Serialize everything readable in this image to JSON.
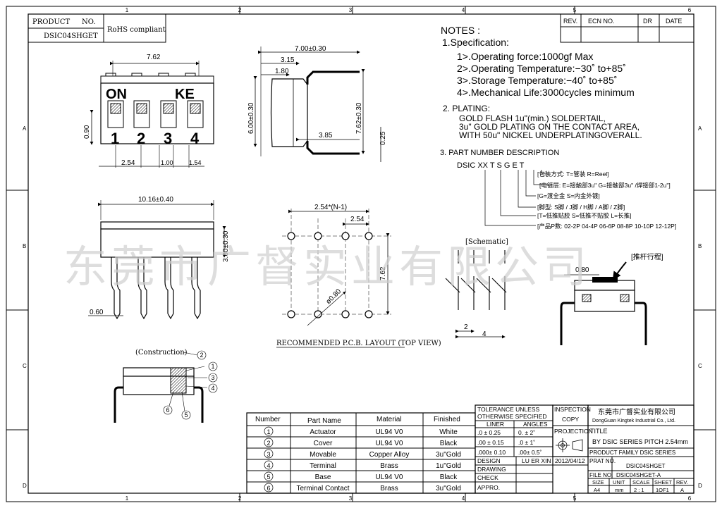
{
  "grid": {
    "cols": [
      "1",
      "2",
      "3",
      "4",
      "5",
      "6"
    ],
    "rows": [
      "A",
      "B",
      "C",
      "D"
    ]
  },
  "product_box": {
    "product_label": "PRODUCT",
    "no_label": "NO.",
    "part_no": "DSIC04SHGET",
    "rohs": "RoHS compliant"
  },
  "revision": {
    "headers": [
      "REV.",
      "ECN NO.",
      "DR",
      "DATE"
    ]
  },
  "top_view": {
    "dim_width": "7.62",
    "dim_pitch": "2.54",
    "dim_100": "1.00",
    "dim_154": "1.54",
    "dim_090": "0.90",
    "on_label": "ON",
    "ke_label": "KE",
    "pin_numbers": [
      "1",
      "2",
      "3",
      "4"
    ]
  },
  "side_view": {
    "dim_700": "7.00±0.30",
    "dim_315": "3.15",
    "dim_180": "1.80",
    "dim_600": "6.00±0.30",
    "dim_385": "3.85",
    "dim_762": "7.62±0.30",
    "dim_025": "0.25"
  },
  "front_view": {
    "dim_1016": "10.16±0.40",
    "dim_360": "3.60±0.30",
    "dim_060": "0.60"
  },
  "pcb": {
    "dim_n": "2.54*(N-1)",
    "dim_254": "2.54",
    "dim_762": "7.62",
    "dim_hole": "ø0.80",
    "caption": "RECOMMENDED P.C.B. LAYOUT (TOP VIEW)"
  },
  "schematic": {
    "label": "[Schematic]",
    "dim_2": "2",
    "dim_4": "4"
  },
  "pushed": {
    "label": "[推杆行程]",
    "dim_080": "0.80"
  },
  "construction": {
    "label": "(Construction)",
    "callouts": [
      "1",
      "2",
      "3",
      "4",
      "5",
      "6"
    ]
  },
  "notes": {
    "title": "NOTES :",
    "spec_title": "1.Specification:",
    "spec_items": [
      "1>.Operating force:1000gf Max",
      "2>.Operating Temperature:−30˚ to+85˚",
      "3>.Storage Temperature:−40˚ to+85˚",
      "4>.Mechanical Life:3000cycles minimum"
    ],
    "plating_title": "2. PLATING:",
    "plating_lines": [
      "GOLD FLASH 1u\"(min.) SOLDERTAIL,",
      "3u\" GOLD PLATING  ON THE CONTACT AREA,",
      "WITH 50u\" NICKEL UNDERPLATINGOVERALL."
    ],
    "pn_title": "3. PART NUMBER DESCRIPTION",
    "pn_code": "DSIC XX  T  S G E T",
    "pn_desc": [
      "[包装方式: T=管装   R=Reel]",
      "[电镀层: E=接触部3u\" G=接触部3u\" /焊接部1-2u\"]",
      "[G=渡全金  S=内金外镀]",
      "[脚型: S脚 / J脚 / H脚 / A脚 / Z脚]",
      "[T=低推贴胶  S=低推不贴胶  L=长推]",
      "[产品P数: 02-2P  04-4P  06-6P  08-8P  10-10P  12-12P]"
    ]
  },
  "watermark": "东莞市广督实业有限公司",
  "parts_table": {
    "headers": [
      "Number",
      "Part Name",
      "Material",
      "Finished"
    ],
    "rows": [
      [
        "1",
        "Actuator",
        "UL94  V0",
        "White"
      ],
      [
        "2",
        "Cover",
        "UL94  V0",
        "Black"
      ],
      [
        "3",
        "Movable",
        "Copper Alloy",
        "3u\"Gold"
      ],
      [
        "4",
        "Terminal",
        "Brass",
        "1u\"Gold"
      ],
      [
        "5",
        "Base",
        "UL94  V0",
        "Black"
      ],
      [
        "6",
        "Terminal Contact",
        "Brass",
        "3u\"Gold"
      ]
    ]
  },
  "tolerance": {
    "title1": "TOLERANCE UNLESS",
    "title2": "OTHERWISE SPECIFIED",
    "liner": "LINER",
    "angles": "ANGLES",
    "rows": [
      [
        ".0   ±  0.25",
        "0.  ±   2˚"
      ],
      [
        ".00  ±  0.15",
        ".0  ±   1˚"
      ],
      [
        ".000± 0.10",
        ".00±  0.5˚"
      ]
    ],
    "design": "DESIGN",
    "designer": "LU ER XIN",
    "date": "2012/04/12",
    "drawing": "DRAWING",
    "check": "CHECK",
    "appro": "APPRO."
  },
  "inspection": {
    "inspection": "INSPECTION",
    "copy": "COPY",
    "projection": "PROJECTION"
  },
  "title_block": {
    "company_cn": "东莞市广督实业有限公司",
    "company_en": "DongGuan Kingtek Industrial Co., Ltd.",
    "title_label": "TITLE",
    "title": "BY DSIC SERIES PITCH 2.54mm",
    "family": "PRODUCT FAMILY DSIC SERIES",
    "part_label": "PRAT NO.",
    "part_no": "DSIC04SHGET",
    "file_label": "FILE NO.",
    "file_no": "DSIC04SHGET-A",
    "size_headers": [
      "SIZE",
      "UNIT",
      "SCALE",
      "SHEET",
      "REV."
    ],
    "size_values": [
      "A4",
      "mm",
      "2 : 1",
      "1OF1",
      "A"
    ]
  }
}
